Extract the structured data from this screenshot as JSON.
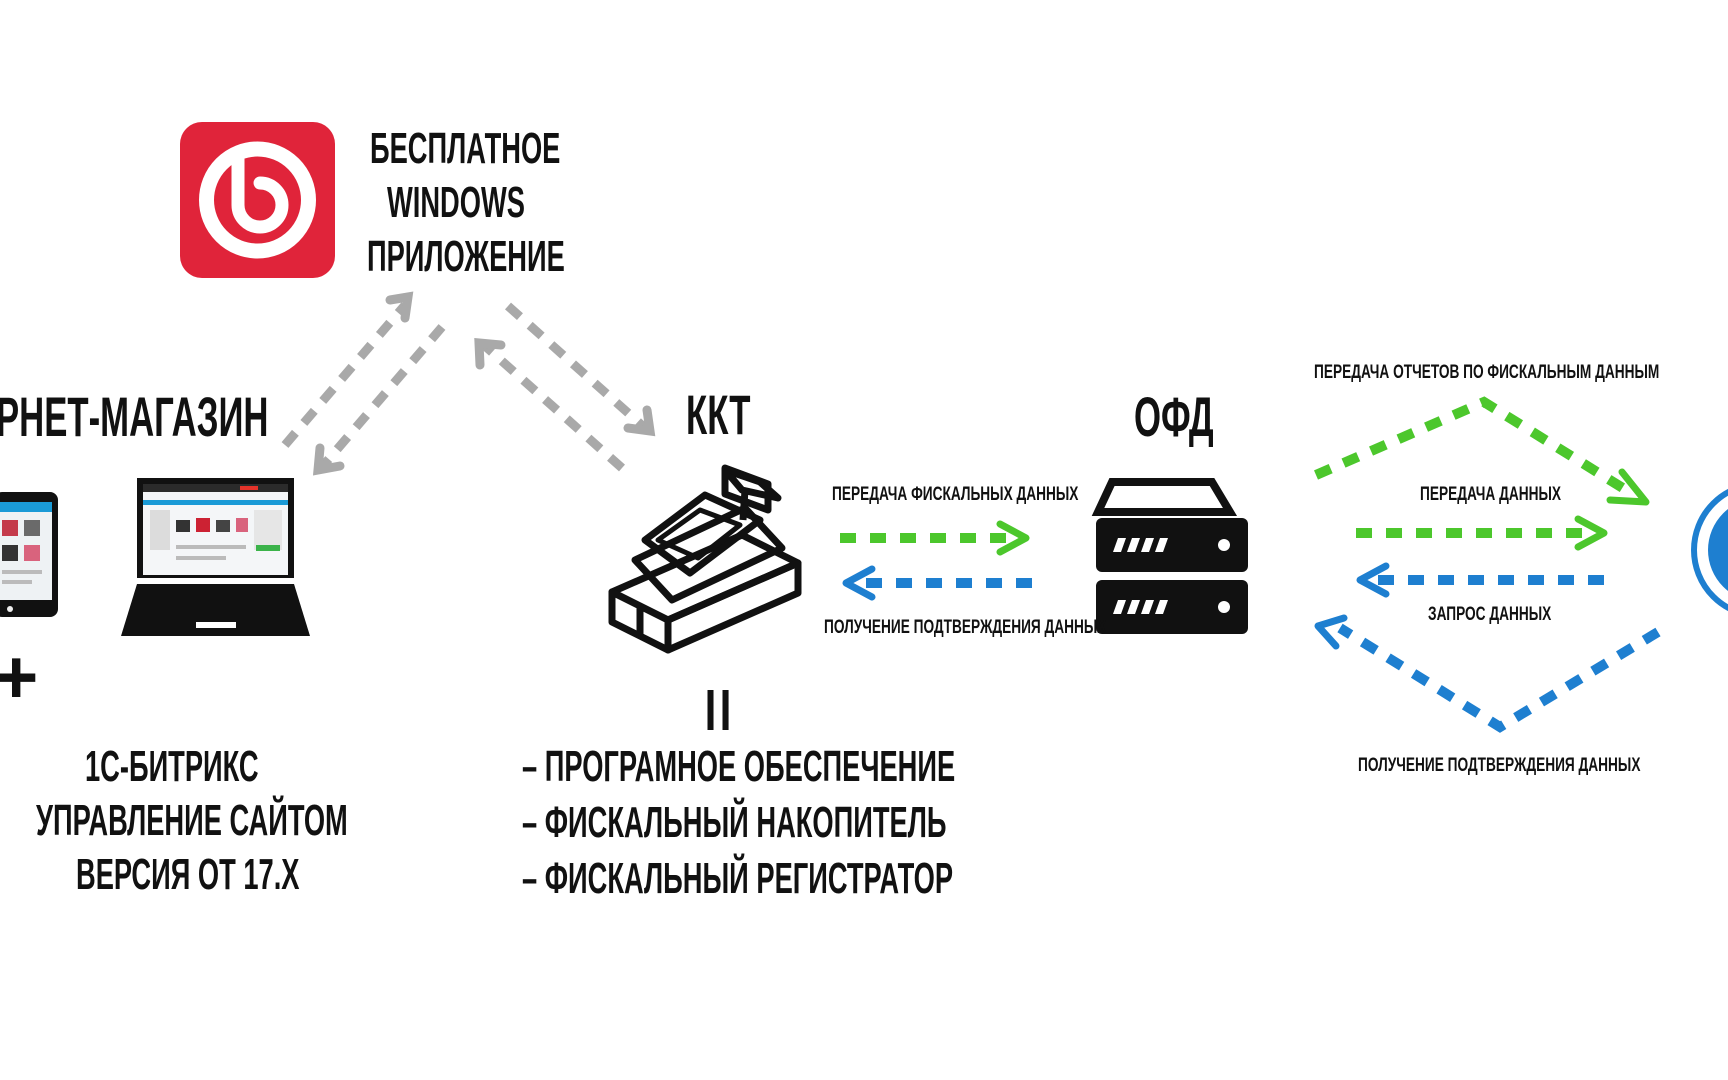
{
  "app": {
    "name_lines": [
      "БЕСПЛАТНОЕ",
      "WINDOWS",
      "ПРИЛОЖЕНИЕ"
    ]
  },
  "nodes": {
    "shop": "РНЕТ-МАГАЗИН",
    "kkt": "ККТ",
    "ofd": "ОФД"
  },
  "bitrix": {
    "plus": "+",
    "lines": [
      "1С-БИТРИКС",
      "УПРАВЛЕНИЕ САЙТОМ",
      "ВЕРСИЯ ОТ 17.Х"
    ]
  },
  "kkt_parts": {
    "equals": "=",
    "items": [
      "– ПРОГРАМНОЕ ОБЕСПЕЧЕНИЕ",
      "– ФИСКАЛЬНЫЙ НАКОПИТЕЛЬ",
      "– ФИСКАЛЬНЫЙ РЕГИСТРАТОР"
    ]
  },
  "flows": {
    "kkt_ofd_send": "ПЕРЕДАЧА ФИСКАЛЬНЫХ ДАННЫХ",
    "kkt_ofd_confirm": "ПОЛУЧЕНИЕ ПОДТВЕРЖДЕНИЯ ДАННЫХ",
    "ofd_fns_reports": "ПЕРЕДАЧА  ОТЧЕТОВ ПО ФИСКАЛЬНЫМ ДАННЫМ",
    "ofd_fns_send": "ПЕРЕДАЧА ДАННЫХ",
    "ofd_fns_request": "ЗАПРОС ДАННЫХ",
    "ofd_fns_confirm": "ПОЛУЧЕНИЕ ПОДТВЕРЖДЕНИЯ ДАННЫХ"
  },
  "colors": {
    "bitrix_red": "#E0243A",
    "green": "#4CC72C",
    "blue": "#1E7FD0",
    "gray": "#A9A9A9",
    "ink": "#111111"
  }
}
